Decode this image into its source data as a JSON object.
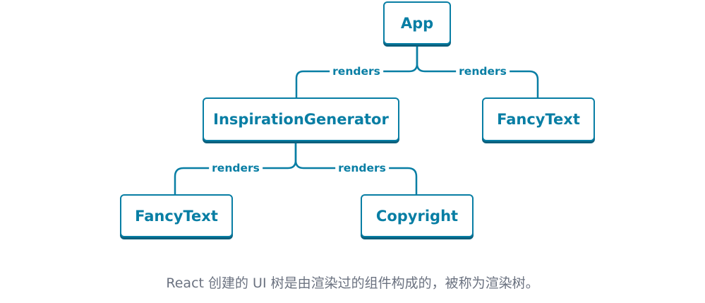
{
  "diagram": {
    "nodes": {
      "app": "App",
      "inspiration_generator": "InspirationGenerator",
      "fancy_text_right": "FancyText",
      "fancy_text_left": "FancyText",
      "copyright": "Copyright"
    },
    "edges": [
      {
        "from": "App",
        "to": "InspirationGenerator",
        "label": "renders"
      },
      {
        "from": "App",
        "to": "FancyText",
        "label": "renders"
      },
      {
        "from": "InspirationGenerator",
        "to": "FancyText",
        "label": "renders"
      },
      {
        "from": "InspirationGenerator",
        "to": "Copyright",
        "label": "renders"
      }
    ],
    "colors": {
      "stroke": "#087ea4",
      "node_text": "#087ea4",
      "shadow": "#0b5f7c",
      "caption": "#6b7280"
    }
  },
  "caption": "React 创建的 UI 树是由渲染过的组件构成的，被称为渲染树。"
}
